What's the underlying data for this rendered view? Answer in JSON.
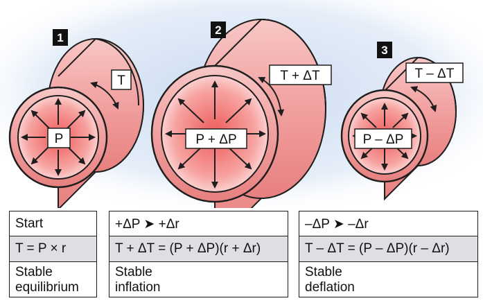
{
  "colors": {
    "background_glow": "#c9daf1",
    "tube_fill": "#f2a3a3",
    "tube_edge": "#1e1e1e",
    "lumen_center": "#ee5a5a",
    "lumen_edge": "#fbd0cf",
    "table_shade": "#dfdfe3"
  },
  "panels": [
    {
      "number": "1",
      "tension_label": "T",
      "pressure_label": "P",
      "table": {
        "row1": "Start",
        "row2": "T = P × r",
        "row3_line1": "Stable",
        "row3_line2": "equilibrium"
      }
    },
    {
      "number": "2",
      "tension_label": "T + ΔT",
      "pressure_label": "P + ΔP",
      "table": {
        "row1": "+ΔP ➤ +Δr",
        "row2": "T + ΔT = (P + ΔP)(r + Δr)",
        "row3_line1": "Stable",
        "row3_line2": "inflation"
      }
    },
    {
      "number": "3",
      "tension_label": "T – ΔT",
      "pressure_label": "P – ΔP",
      "table": {
        "row1": "–ΔP ➤ –Δr",
        "row2": "T – ΔT = (P – ΔP)(r – Δr)",
        "row3_line1": "Stable",
        "row3_line2": "deflation"
      }
    }
  ]
}
